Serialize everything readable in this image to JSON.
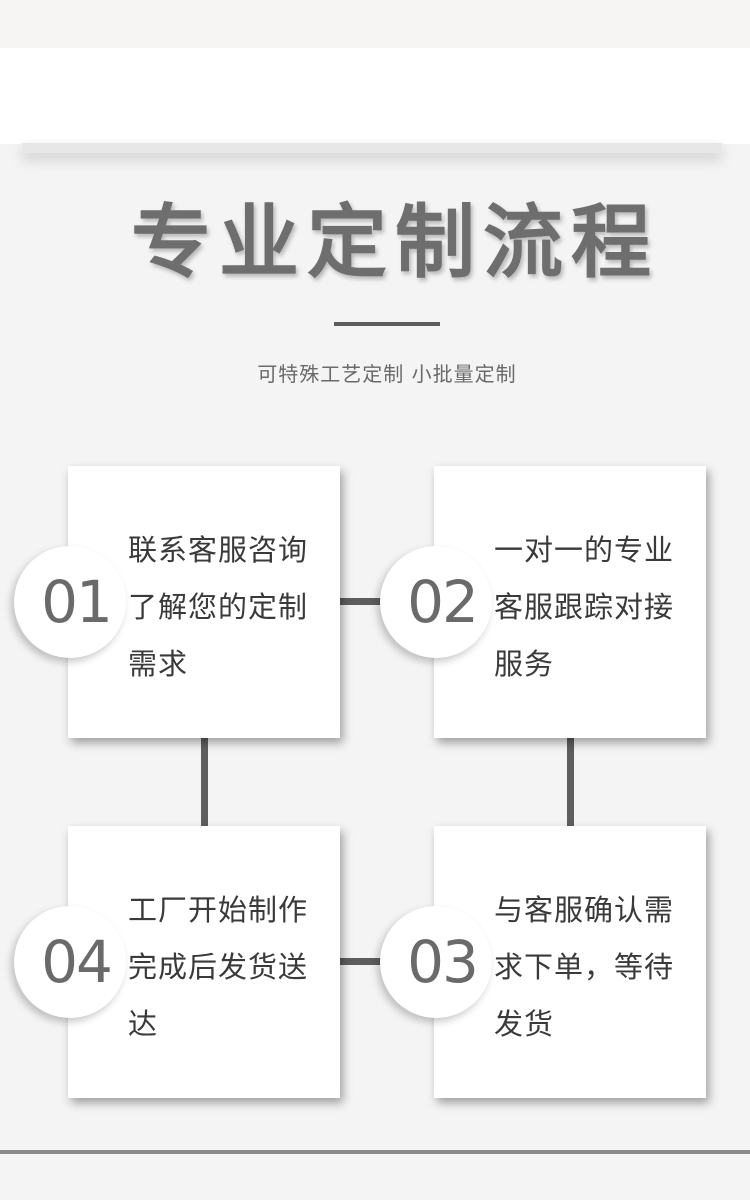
{
  "header": {
    "title": "专业定制流程",
    "subtitle": "可特殊工艺定制 小批量定制"
  },
  "steps": [
    {
      "number": "01",
      "lines": [
        "联系客服咨询",
        "了解您的定制",
        "需求"
      ]
    },
    {
      "number": "02",
      "lines": [
        "一对一的专业",
        "客服跟踪对接",
        "服务"
      ]
    },
    {
      "number": "03",
      "lines": [
        "与客服确认需",
        "求下单，等待",
        "发货"
      ]
    },
    {
      "number": "04",
      "lines": [
        "工厂开始制作",
        "完成后发货送",
        "达"
      ]
    }
  ],
  "colors": {
    "background": "#f4f4f4",
    "card": "#ffffff",
    "title": "#6e6e6e",
    "connector": "#5e5e5e",
    "text": "#3a3a3a"
  }
}
